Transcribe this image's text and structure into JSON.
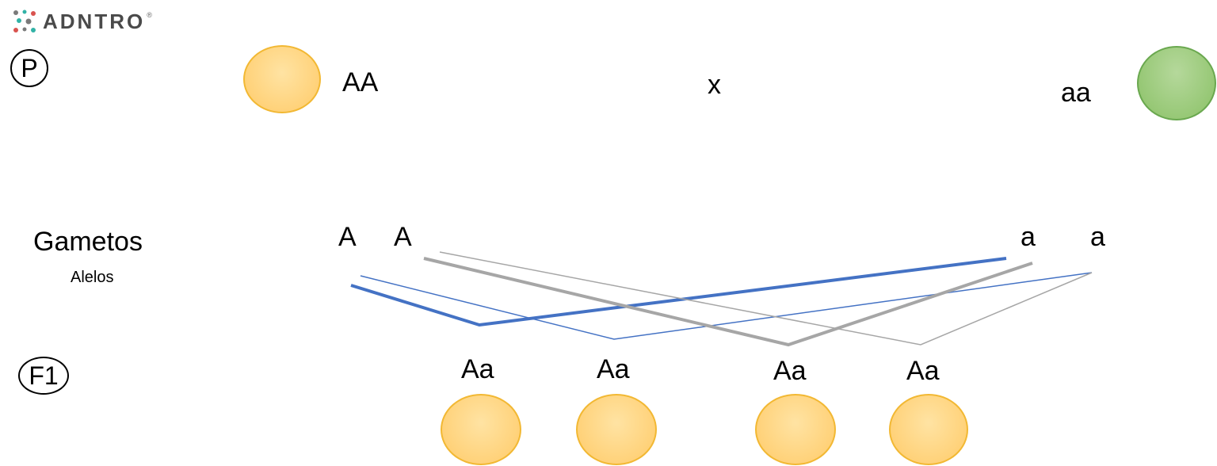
{
  "logo": {
    "text": "ADNTRO",
    "tm": "®",
    "icon": "dna-dots-icon"
  },
  "p_row": {
    "label": "P",
    "left_genotype": "AA",
    "cross": "x",
    "right_genotype": "aa"
  },
  "gametes": {
    "title": "Gametos",
    "subtitle": "Alelos",
    "left_alleles": [
      "A",
      "A"
    ],
    "right_alleles": [
      "a",
      "a"
    ]
  },
  "f1_row": {
    "label": "F1",
    "offspring": [
      "Aa",
      "Aa",
      "Aa",
      "Aa"
    ]
  },
  "colors": {
    "dominant_fill": "#ffd27a",
    "recessive_fill": "#97c876",
    "blue_line": "#4472c4",
    "gray_line": "#a6a6a6"
  }
}
